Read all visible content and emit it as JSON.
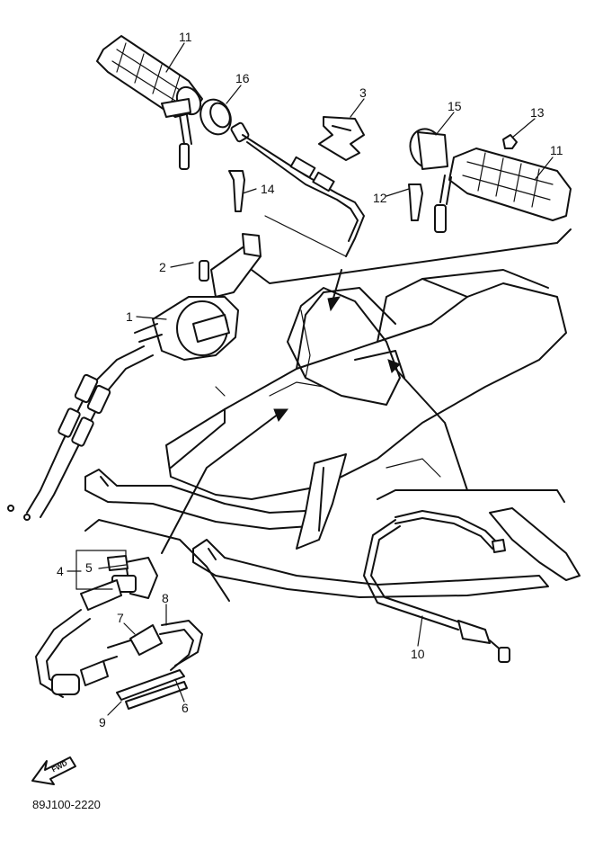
{
  "callouts": {
    "c1": "1",
    "c2": "2",
    "c3": "3",
    "c4": "4",
    "c5": "5",
    "c6": "6",
    "c7": "7",
    "c8": "8",
    "c9": "9",
    "c10": "10",
    "c11a": "11",
    "c11b": "11",
    "c12": "12",
    "c13": "13",
    "c14": "14",
    "c15": "15",
    "c16": "16"
  },
  "fwd_label": "FWD",
  "part_code": "89J100-2220"
}
